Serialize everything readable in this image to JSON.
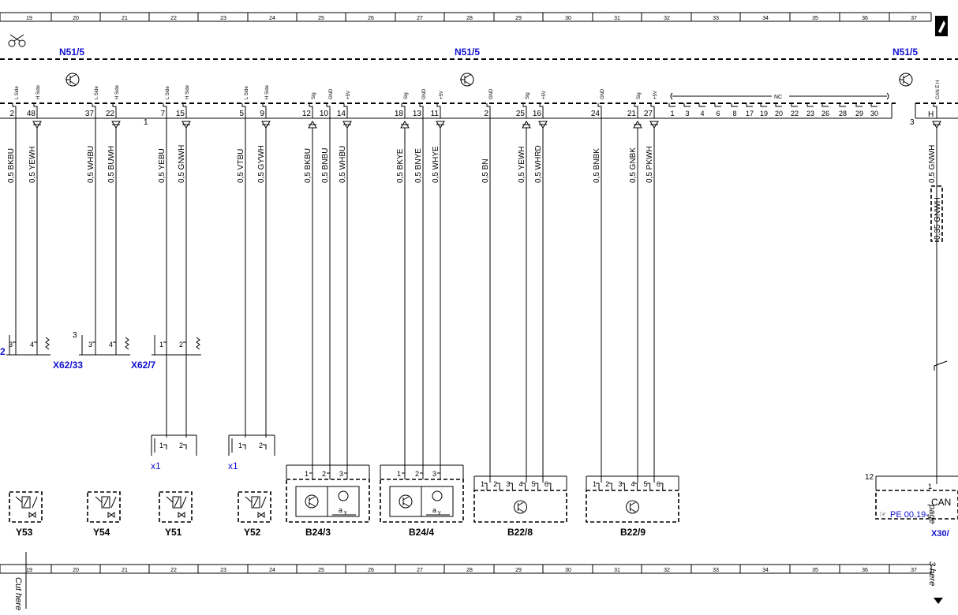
{
  "colors": {
    "label_blue": "#1010d0",
    "ink": "#000000"
  },
  "ruler": {
    "numbers": [
      "19",
      "20",
      "21",
      "22",
      "23",
      "24",
      "25",
      "26",
      "27",
      "28",
      "29",
      "30",
      "31",
      "32",
      "33",
      "34",
      "35",
      "36",
      "37"
    ]
  },
  "modules": [
    {
      "label": "N51/5"
    },
    {
      "label": "N51/5"
    },
    {
      "label": "N51/5"
    }
  ],
  "bus": {
    "nc_label": "NC",
    "nc_pins": [
      "1",
      "3",
      "4",
      "6",
      "8",
      "17",
      "19",
      "20",
      "22",
      "23",
      "26",
      "28",
      "29",
      "30"
    ],
    "right_pin": "H",
    "right_num": "3",
    "left_num": "1"
  },
  "pins": [
    {
      "num": "2",
      "sig": "L Side"
    },
    {
      "num": "48",
      "sig": "H Side"
    },
    {
      "num": "37",
      "sig": "L Side"
    },
    {
      "num": "22",
      "sig": "H Side"
    },
    {
      "num": "7",
      "sig": "L Side"
    },
    {
      "num": "15",
      "sig": "H Side"
    },
    {
      "num": "5",
      "sig": "L Side"
    },
    {
      "num": "9",
      "sig": "H Side"
    },
    {
      "num": "12",
      "sig": "Sig"
    },
    {
      "num": "10",
      "sig": "GND"
    },
    {
      "num": "14",
      "sig": "+5V"
    },
    {
      "num": "18",
      "sig": "Sig"
    },
    {
      "num": "13",
      "sig": "GND"
    },
    {
      "num": "11",
      "sig": "+5V"
    },
    {
      "num": "2",
      "sig": "GND"
    },
    {
      "num": "25",
      "sig": "Sig"
    },
    {
      "num": "16",
      "sig": "+5V"
    },
    {
      "num": "24",
      "sig": "GND"
    },
    {
      "num": "21",
      "sig": "Sig"
    },
    {
      "num": "27",
      "sig": "+5V"
    },
    {
      "num": "",
      "sig": "CAN E H"
    }
  ],
  "wires": [
    {
      "label": "0,5 BKBU"
    },
    {
      "label": "0,5 YEWH"
    },
    {
      "label": "0,5 WHBU"
    },
    {
      "label": "0,5 BUWH"
    },
    {
      "label": "0,5 YEBU"
    },
    {
      "label": "0,5 GNWH"
    },
    {
      "label": "0,5 VTBU"
    },
    {
      "label": "0,5 GYWH"
    },
    {
      "label": "0,5 BKBU"
    },
    {
      "label": "0,5 BNBU"
    },
    {
      "label": "0,5 WHBU"
    },
    {
      "label": "0,5 BKYE"
    },
    {
      "label": "0,5 BNYE"
    },
    {
      "label": "0,5 WHYE"
    },
    {
      "label": "0,5 BN"
    },
    {
      "label": "0,5 YEWH"
    },
    {
      "label": "0,5 WHRD"
    },
    {
      "label": "0,5 BNBK"
    },
    {
      "label": "0,5 GNBK"
    },
    {
      "label": "0,5 PKWH"
    },
    {
      "label": "0,5 GNWH"
    },
    {
      "label": "0,35 GNWH"
    }
  ],
  "connectors": [
    {
      "label": "2",
      "pins": [
        "3",
        "4"
      ]
    },
    {
      "label": "X62/33",
      "pins": [
        "3",
        "4"
      ],
      "num": "3"
    },
    {
      "label": "X62/7",
      "pins": [
        "1",
        "2"
      ]
    }
  ],
  "x1": [
    {
      "label": "x1",
      "pins": [
        "1",
        "2"
      ]
    },
    {
      "label": "x1",
      "pins": [
        "1",
        "2"
      ]
    }
  ],
  "components": [
    {
      "label": "Y53"
    },
    {
      "label": "Y54"
    },
    {
      "label": "Y51"
    },
    {
      "label": "Y52"
    },
    {
      "label": "B24/3",
      "pins": [
        "1",
        "2",
        "3"
      ],
      "sym": "a",
      "sub": "y"
    },
    {
      "label": "B24/4",
      "pins": [
        "1",
        "2",
        "3"
      ],
      "sym": "a",
      "sub": "y"
    },
    {
      "label": "B22/8",
      "pins": [
        "1",
        "2",
        "3",
        "4",
        "5",
        "6"
      ]
    },
    {
      "label": "B22/9",
      "pins": [
        "1",
        "2",
        "3",
        "4",
        "5",
        "6"
      ]
    }
  ],
  "can": {
    "num": "12",
    "pin": "1",
    "label": "CAN",
    "ref": "PE 00.19-",
    "sub": "X30/"
  },
  "side": {
    "cut_here": "Cut here",
    "page_ref": "3 here",
    "page_word": "page"
  }
}
